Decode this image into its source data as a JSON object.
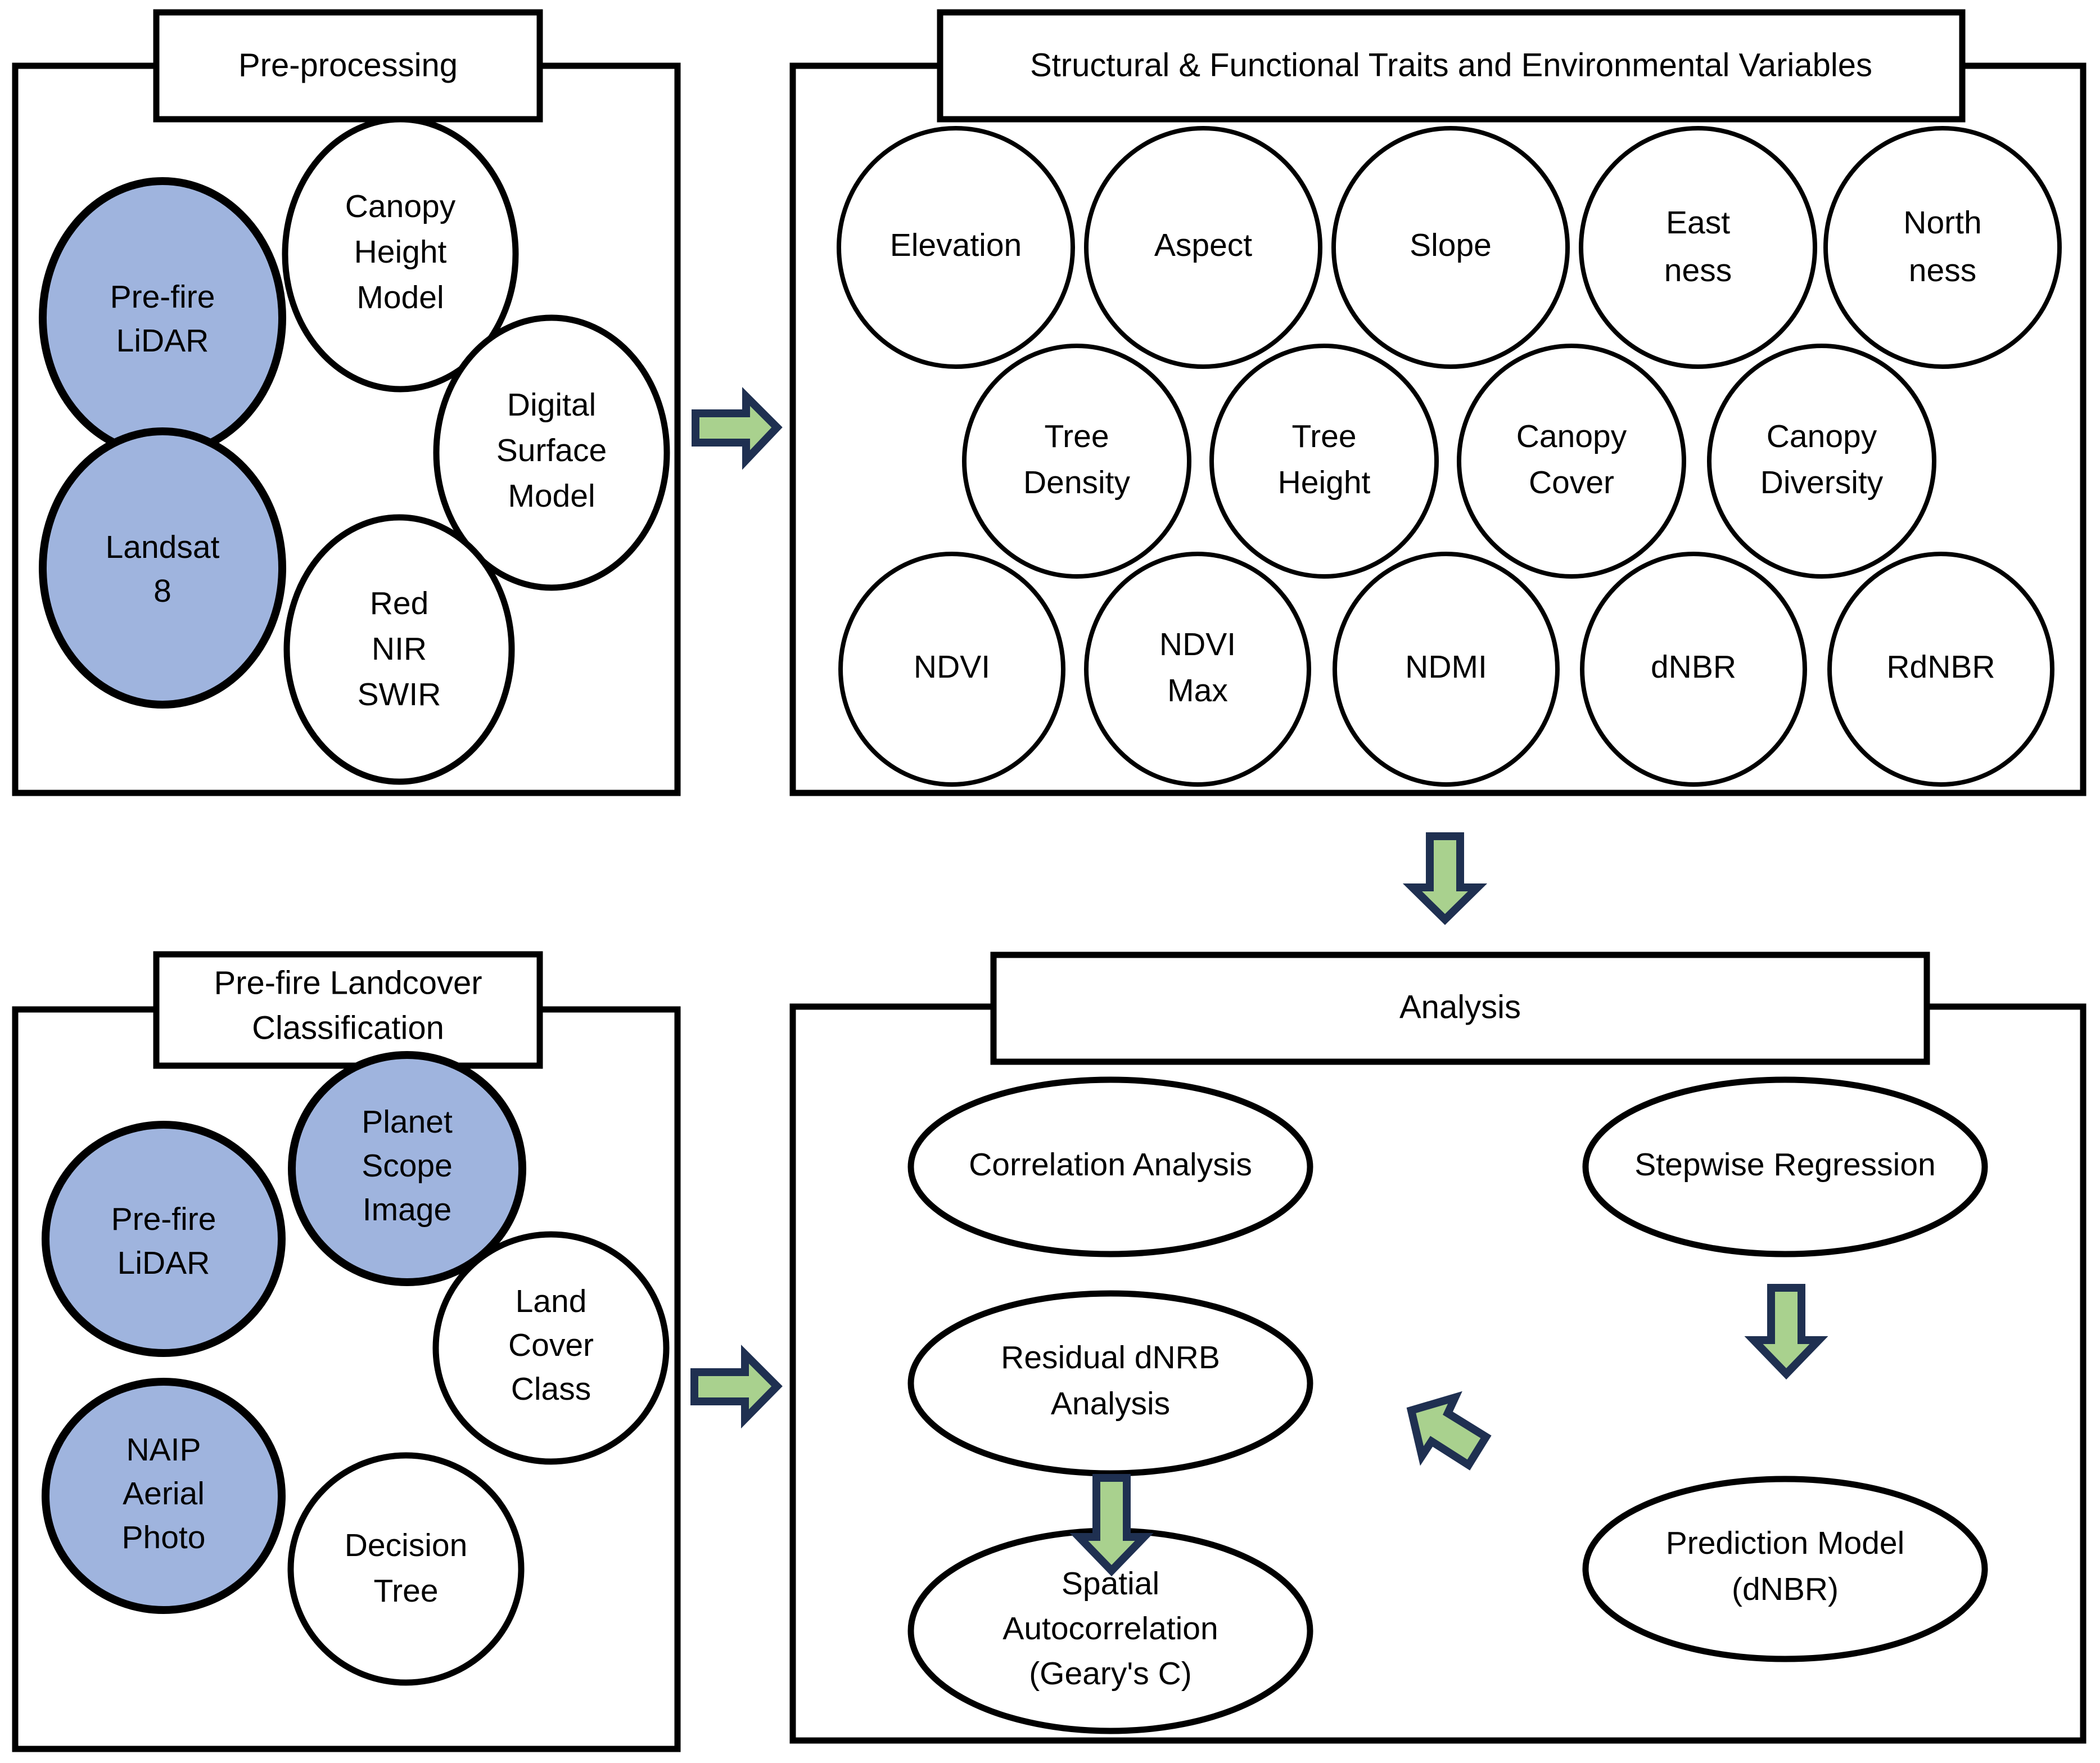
{
  "colors": {
    "accent_blue_fill": "#9FB4DE",
    "arrow_fill": "#A9D18E",
    "arrow_stroke": "#1F3051",
    "outline": "#000000",
    "background": "#FFFFFF"
  },
  "panels": {
    "preprocessing": {
      "title": "Pre-processing",
      "nodes": [
        {
          "id": "pre-fire-lidar",
          "lines": [
            "Pre-fire",
            "LiDAR"
          ],
          "filled": true
        },
        {
          "id": "canopy-height-model",
          "lines": [
            "Canopy",
            "Height",
            "Model"
          ],
          "filled": false
        },
        {
          "id": "digital-surface-model",
          "lines": [
            "Digital",
            "Surface",
            "Model"
          ],
          "filled": false
        },
        {
          "id": "landsat-8",
          "lines": [
            "Landsat",
            "8"
          ],
          "filled": true
        },
        {
          "id": "red-nir-swir",
          "lines": [
            "Red",
            "NIR",
            "SWIR"
          ],
          "filled": false
        }
      ]
    },
    "traits": {
      "title": "Structural & Functional Traits and Environmental Variables",
      "nodes": [
        {
          "id": "elevation",
          "lines": [
            "Elevation"
          ],
          "filled": false
        },
        {
          "id": "aspect",
          "lines": [
            "Aspect"
          ],
          "filled": false
        },
        {
          "id": "slope",
          "lines": [
            "Slope"
          ],
          "filled": false
        },
        {
          "id": "eastness",
          "lines": [
            "East",
            "ness"
          ],
          "filled": false
        },
        {
          "id": "northness",
          "lines": [
            "North",
            "ness"
          ],
          "filled": false
        },
        {
          "id": "tree-density",
          "lines": [
            "Tree",
            "Density"
          ],
          "filled": false
        },
        {
          "id": "tree-height",
          "lines": [
            "Tree",
            "Height"
          ],
          "filled": false
        },
        {
          "id": "canopy-cover",
          "lines": [
            "Canopy",
            "Cover"
          ],
          "filled": false
        },
        {
          "id": "canopy-diversity",
          "lines": [
            "Canopy",
            "Diversity"
          ],
          "filled": false
        },
        {
          "id": "ndvi",
          "lines": [
            "NDVI"
          ],
          "filled": false
        },
        {
          "id": "ndvi-max",
          "lines": [
            "NDVI",
            "Max"
          ],
          "filled": false
        },
        {
          "id": "ndmi",
          "lines": [
            "NDMI"
          ],
          "filled": false
        },
        {
          "id": "dnbr",
          "lines": [
            "dNBR"
          ],
          "filled": false
        },
        {
          "id": "rdnbr",
          "lines": [
            "RdNBR"
          ],
          "filled": false
        }
      ]
    },
    "landcover": {
      "title_line1": "Pre-fire Landcover",
      "title_line2": "Classification",
      "nodes": [
        {
          "id": "pre-fire-lidar",
          "lines": [
            "Pre-fire",
            "LiDAR"
          ],
          "filled": true
        },
        {
          "id": "planet-scope-image",
          "lines": [
            "Planet",
            "Scope",
            "Image"
          ],
          "filled": true
        },
        {
          "id": "land-cover-class",
          "lines": [
            "Land",
            "Cover",
            "Class"
          ],
          "filled": false
        },
        {
          "id": "naip-aerial-photo",
          "lines": [
            "NAIP",
            "Aerial",
            "Photo"
          ],
          "filled": true
        },
        {
          "id": "decision-tree",
          "lines": [
            "Decision",
            "Tree"
          ],
          "filled": false
        }
      ]
    },
    "analysis": {
      "title": "Analysis",
      "nodes": [
        {
          "id": "correlation-analysis",
          "lines": [
            "Correlation Analysis"
          ],
          "filled": false
        },
        {
          "id": "stepwise-regression",
          "lines": [
            "Stepwise Regression"
          ],
          "filled": false
        },
        {
          "id": "residual-dnrb-analysis",
          "lines": [
            "Residual dNRB",
            "Analysis"
          ],
          "filled": false
        },
        {
          "id": "prediction-model-dnbr",
          "lines": [
            "Prediction Model",
            "(dNBR)"
          ],
          "filled": false
        },
        {
          "id": "spatial-autocorrelation",
          "lines": [
            "Spatial",
            "Autocorrelation",
            "(Geary's C)"
          ],
          "filled": false
        }
      ]
    }
  },
  "arrows": [
    {
      "id": "preprocessing-to-traits",
      "direction": "right"
    },
    {
      "id": "traits-to-analysis",
      "direction": "down"
    },
    {
      "id": "landcover-to-analysis",
      "direction": "right"
    },
    {
      "id": "stepwise-to-prediction",
      "direction": "down"
    },
    {
      "id": "prediction-to-residual",
      "direction": "up-left"
    },
    {
      "id": "residual-to-spatial",
      "direction": "down"
    }
  ]
}
